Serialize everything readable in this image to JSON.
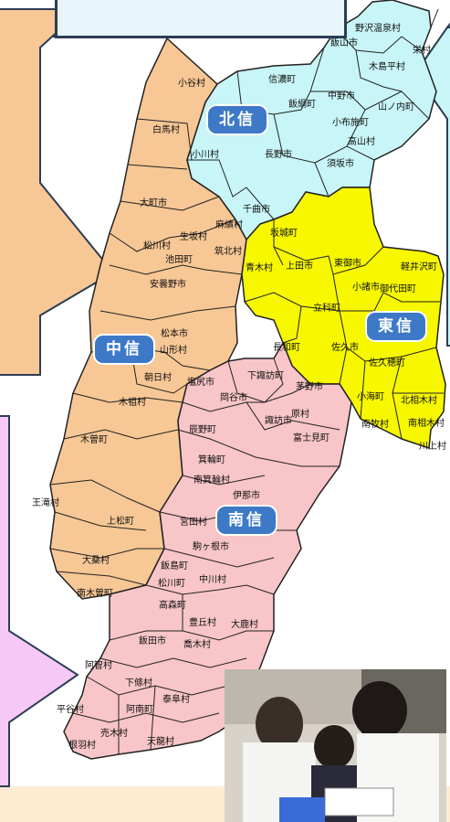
{
  "regions": {
    "hokushin": {
      "label": "北信",
      "color": "#c8f5f7"
    },
    "toushin": {
      "label": "東信",
      "color": "#f7f700"
    },
    "chushin": {
      "label": "中信",
      "color": "#f7c795"
    },
    "nanshin": {
      "label": "南信",
      "color": "#f8c5c8"
    }
  },
  "callout_colors": {
    "left": "#f7c795",
    "right": "#c8f5f7",
    "bottom_left": "#f6c8f5"
  },
  "municipalities": {
    "hokushin": [
      "野沢温泉村",
      "栄村",
      "飯山市",
      "木島平村",
      "信濃町",
      "飯綱町",
      "中野市",
      "山ノ内町",
      "小布施町",
      "高山村",
      "小川村",
      "長野市",
      "須坂市",
      "千曲市",
      "坂城町"
    ],
    "toushin": [
      "上田市",
      "東御市",
      "軽井沢町",
      "小諸市",
      "御代田町",
      "立科町",
      "長和町",
      "佐久市",
      "佐久穂町",
      "小海町",
      "北相木村",
      "南牧村",
      "南相木村",
      "川上村"
    ],
    "chushin": [
      "小谷村",
      "白馬村",
      "大町市",
      "麻績村",
      "生坂村",
      "松川村",
      "池田町",
      "筑北村",
      "青木村",
      "安曇野市",
      "松本市",
      "山形村",
      "朝日村",
      "塩尻市",
      "木祖村",
      "木曽町",
      "王滝村",
      "上松町",
      "大桑村",
      "南木曽町"
    ],
    "nanshin": [
      "下諏訪町",
      "岡谷市",
      "茅野市",
      "辰野町",
      "諏訪市",
      "原村",
      "箕輪町",
      "富士見町",
      "南箕輪村",
      "伊那市",
      "宮田村",
      "駒ヶ根市",
      "飯島町",
      "松川町",
      "中川村",
      "高森町",
      "豊丘村",
      "大鹿村",
      "飯田市",
      "喬木村",
      "阿智村",
      "下條村",
      "泰阜村",
      "平谷村",
      "阿南町",
      "売木村",
      "根羽村",
      "天龍村"
    ]
  },
  "photo": {
    "description_icon": "students-photo"
  }
}
